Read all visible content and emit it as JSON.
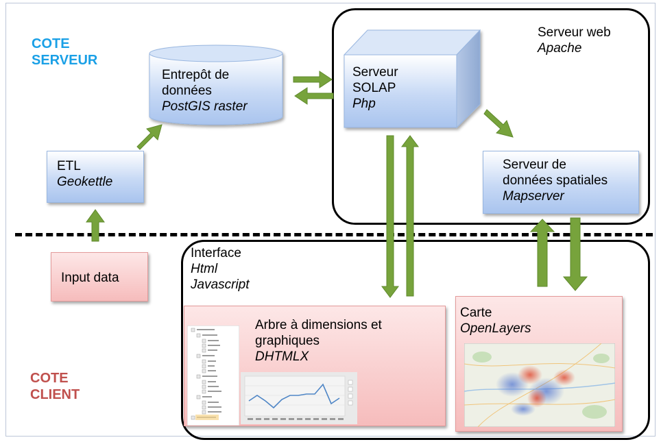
{
  "labels": {
    "server_side": [
      "COTE",
      "SERVEUR"
    ],
    "client_side": [
      "COTE",
      "CLIENT"
    ]
  },
  "web_server": {
    "line1": "Serveur web",
    "line2": "Apache"
  },
  "warehouse": {
    "line1": "Entrepôt de",
    "line2": "données",
    "line3": "PostGIS raster"
  },
  "etl": {
    "line1": "ETL",
    "line2": "Geokettle"
  },
  "input": {
    "label": "Input data"
  },
  "solap": {
    "line1": "Serveur",
    "line2": "SOLAP",
    "line3": "Php"
  },
  "spatial": {
    "line1": "Serveur de",
    "line2": "données spatiales",
    "line3": "Mapserver"
  },
  "interface": {
    "line1": "Interface",
    "line2": "Html",
    "line3": "Javascript"
  },
  "tree_panel": {
    "line1": "Arbre à dimensions et",
    "line2": "graphiques",
    "line3": "DHTMLX"
  },
  "map_panel": {
    "line1": "Carte",
    "line2": "OpenLayers"
  },
  "colors": {
    "server_label": "#1aa0e6",
    "client_label": "#c0504d",
    "arrow": "#77a33c",
    "box_blue": "#c7d9f5",
    "box_red": "#f6bcbc"
  }
}
